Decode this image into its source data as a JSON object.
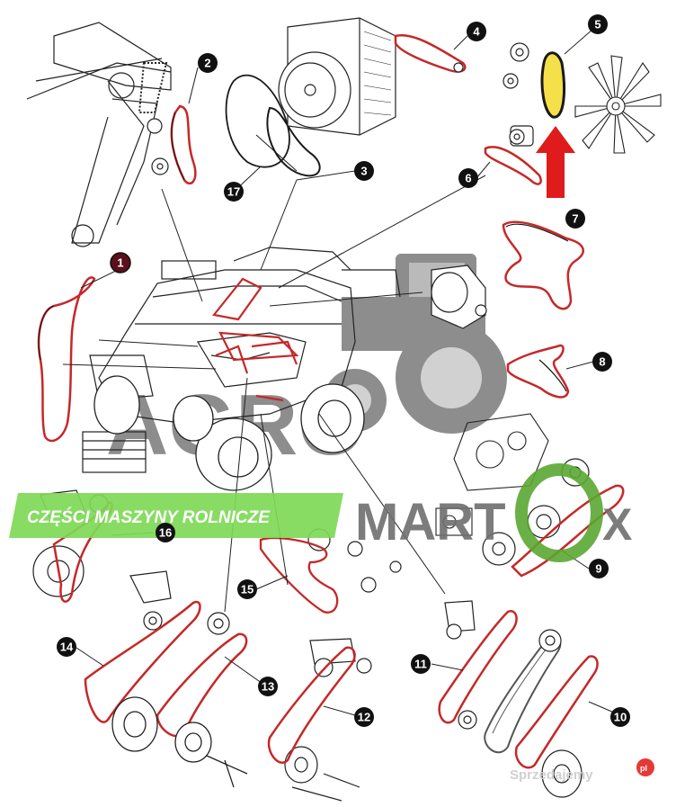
{
  "callouts": [
    {
      "id": "callout-1",
      "label": "1",
      "style": "maroon"
    },
    {
      "id": "callout-2",
      "label": "2",
      "style": "black"
    },
    {
      "id": "callout-3",
      "label": "3",
      "style": "black"
    },
    {
      "id": "callout-4",
      "label": "4",
      "style": "black"
    },
    {
      "id": "callout-5",
      "label": "5",
      "style": "black"
    },
    {
      "id": "callout-6",
      "label": "6",
      "style": "black"
    },
    {
      "id": "callout-7",
      "label": "7",
      "style": "black"
    },
    {
      "id": "callout-8",
      "label": "8",
      "style": "black"
    },
    {
      "id": "callout-9",
      "label": "9",
      "style": "black"
    },
    {
      "id": "callout-10",
      "label": "10",
      "style": "black"
    },
    {
      "id": "callout-11",
      "label": "11",
      "style": "black"
    },
    {
      "id": "callout-12",
      "label": "12",
      "style": "black"
    },
    {
      "id": "callout-13",
      "label": "13",
      "style": "black"
    },
    {
      "id": "callout-14",
      "label": "14",
      "style": "black"
    },
    {
      "id": "callout-15",
      "label": "15",
      "style": "black"
    },
    {
      "id": "callout-16",
      "label": "16",
      "style": "black"
    },
    {
      "id": "callout-17",
      "label": "17",
      "style": "black"
    }
  ],
  "banner": {
    "text": "CZĘŚCI MASZYNY ROLNICZE",
    "color": "#7ed957"
  },
  "watermark": {
    "agro": "AGRO",
    "mart": "MART",
    "x": "X",
    "gray": "#707070",
    "green": "#5aa832"
  },
  "site": {
    "name": "Sprzedajemy",
    "suffix": "pl",
    "badge_color": "#e53935"
  },
  "colors": {
    "belt": "#c62828",
    "belt_dark": "#1a1a1a",
    "highlight": "#f5e04a",
    "arrow": "#e01b1b",
    "line": "#222222"
  }
}
